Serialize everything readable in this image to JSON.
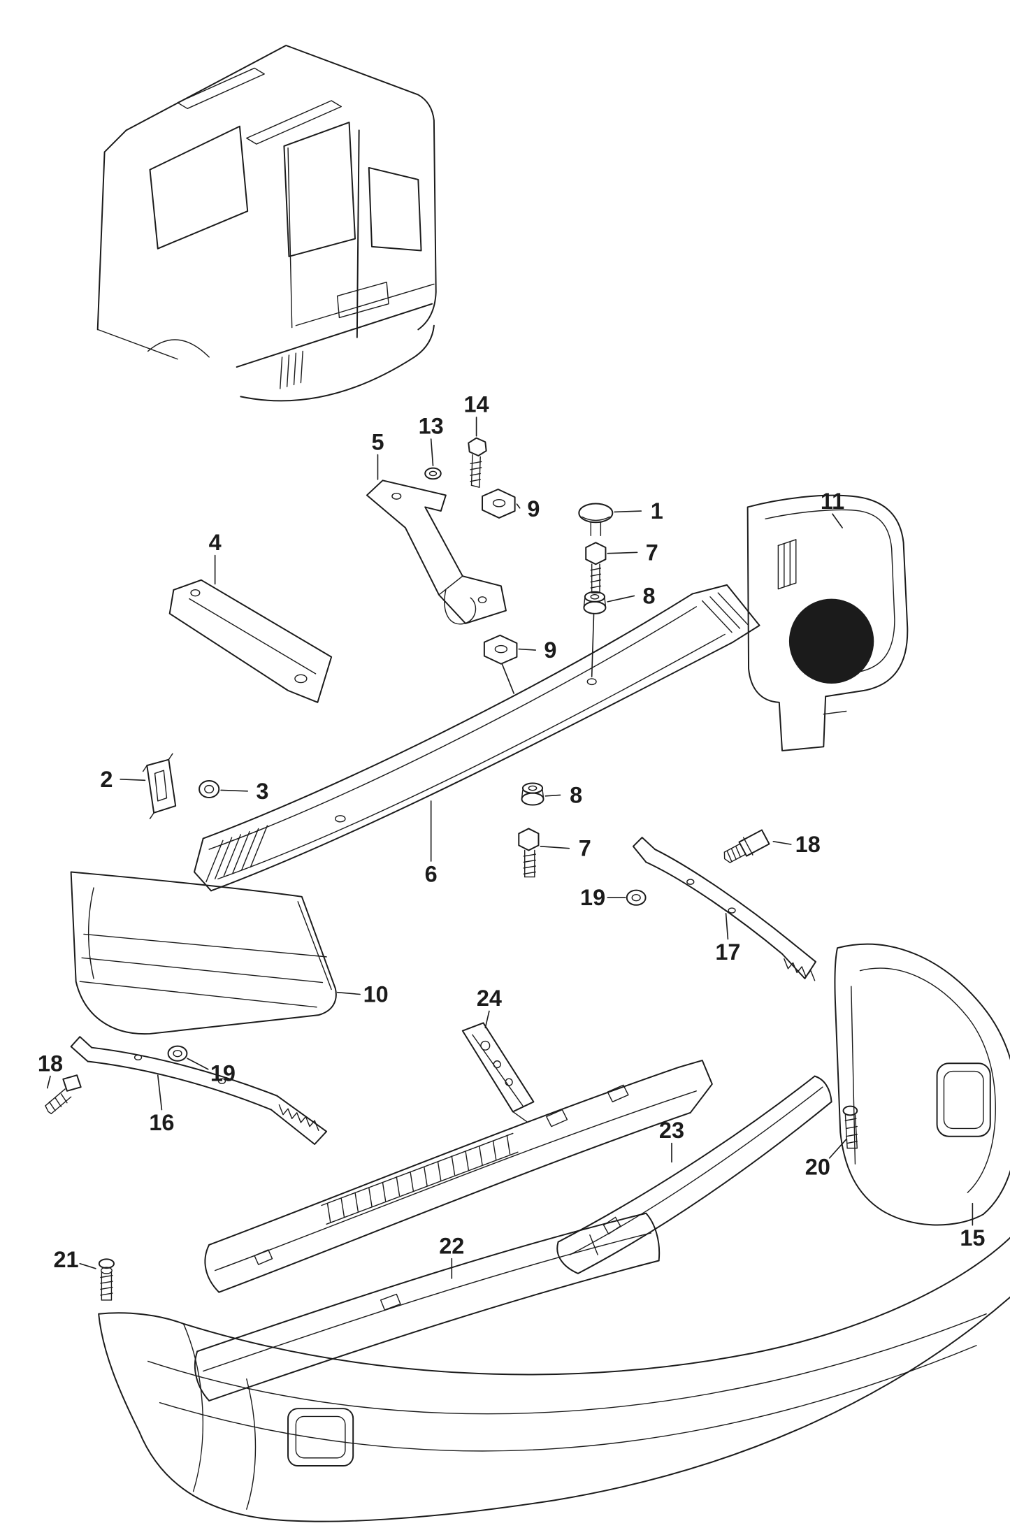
{
  "page": {
    "background": "#ffffff",
    "ink": "#1b1b1b"
  },
  "diagram": {
    "kind": "exploded-parts-line-drawing",
    "subject": "rear-bumper-assembly",
    "vehicle_thumbnail": "van-rear-three-quarter-outline",
    "callouts": [
      {
        "label": "14"
      },
      {
        "label": "13"
      },
      {
        "label": "5"
      },
      {
        "label": "9"
      },
      {
        "label": "1"
      },
      {
        "label": "7"
      },
      {
        "label": "8"
      },
      {
        "label": "11"
      },
      {
        "label": "4"
      },
      {
        "label": "9"
      },
      {
        "label": "2"
      },
      {
        "label": "3"
      },
      {
        "label": "8"
      },
      {
        "label": "7"
      },
      {
        "label": "18"
      },
      {
        "label": "19"
      },
      {
        "label": "6"
      },
      {
        "label": "17"
      },
      {
        "label": "10"
      },
      {
        "label": "24"
      },
      {
        "label": "19"
      },
      {
        "label": "18"
      },
      {
        "label": "16"
      },
      {
        "label": "23"
      },
      {
        "label": "20"
      },
      {
        "label": "15"
      },
      {
        "label": "22"
      },
      {
        "label": "21"
      }
    ]
  }
}
